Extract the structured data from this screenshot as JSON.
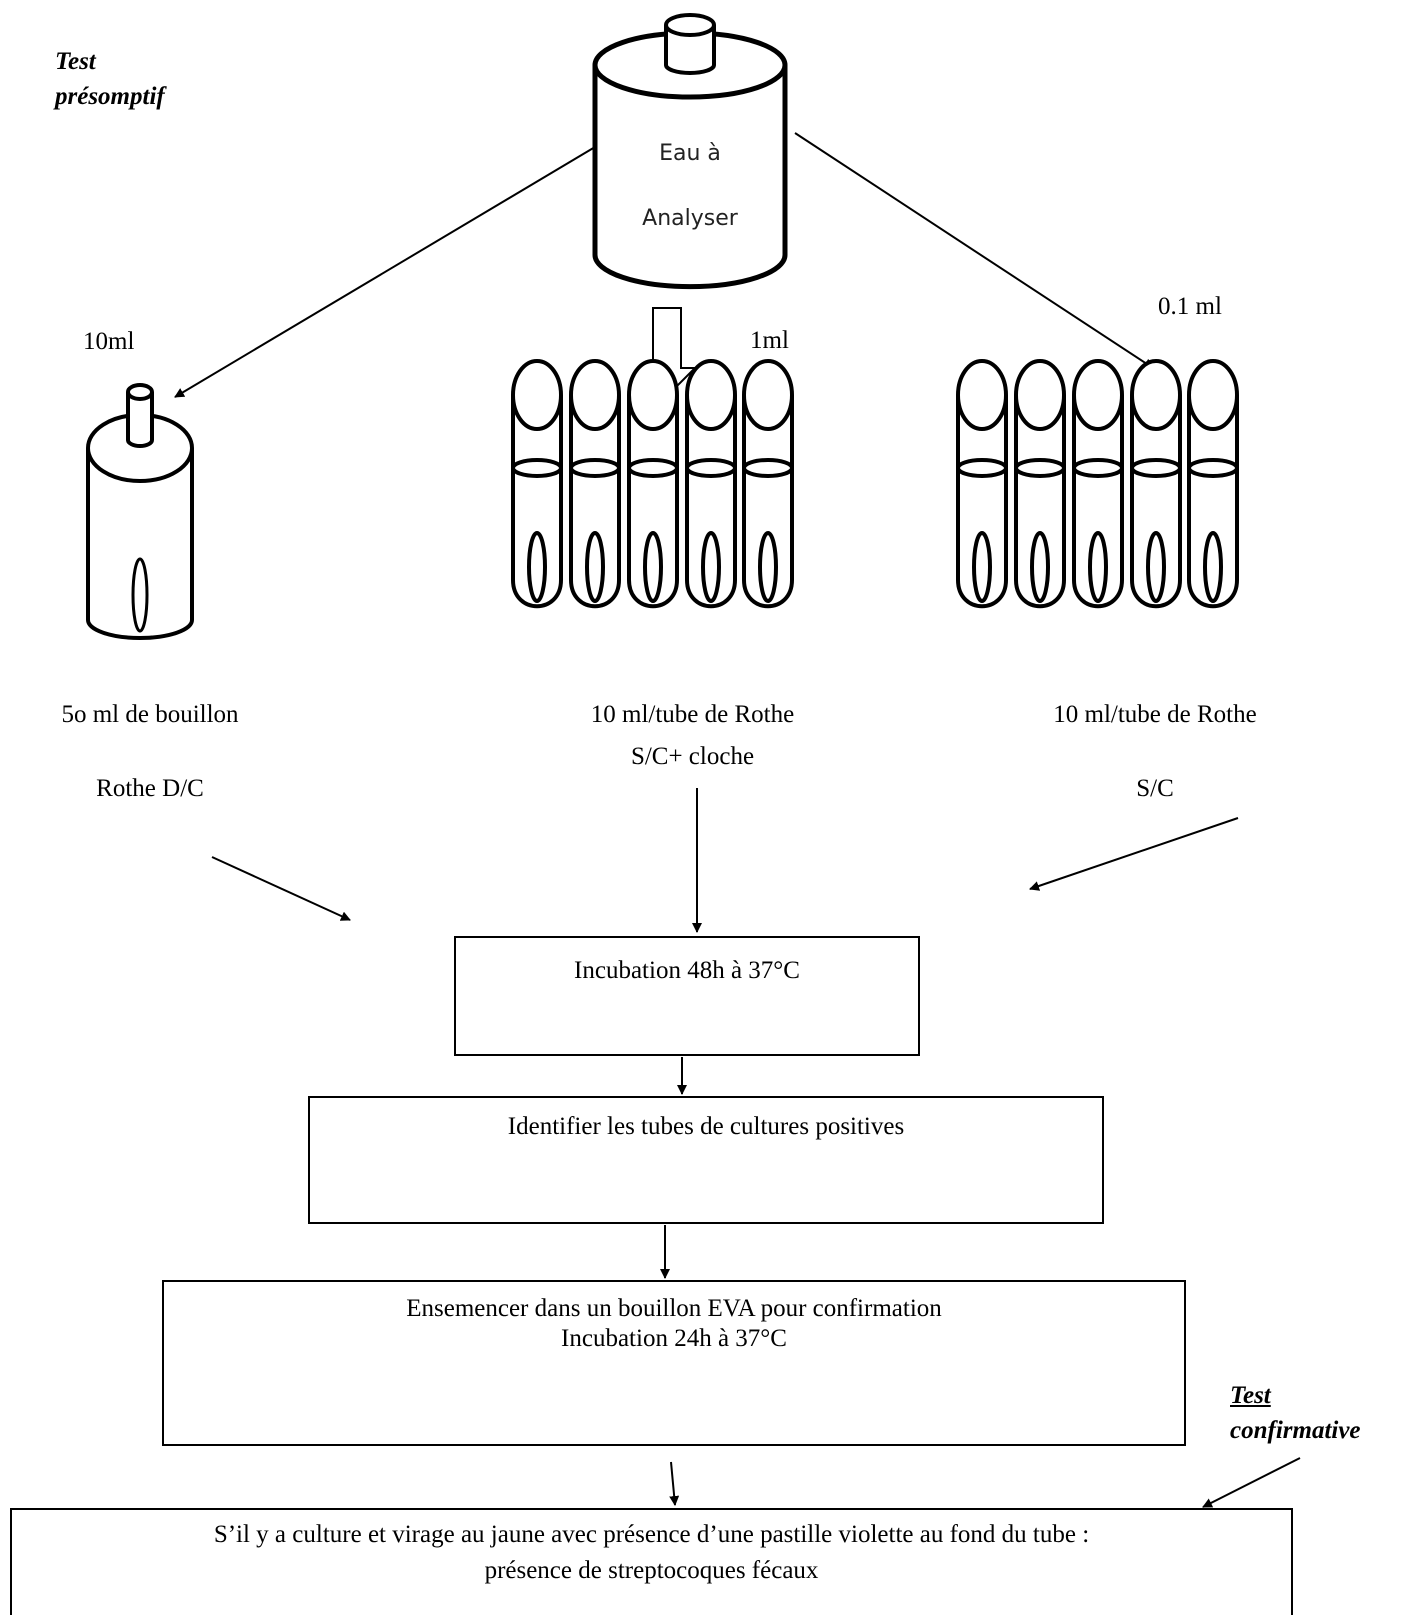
{
  "header_presumptive": {
    "line1": "Test",
    "line2": "présomptif"
  },
  "source_bottle": {
    "line1": "Eau à",
    "line2": "Analyser"
  },
  "volumes": {
    "left": "10ml",
    "middle": "1ml",
    "right": "0.1 ml"
  },
  "captions": {
    "left": {
      "line1": "5o ml de bouillon",
      "line2": "Rothe D/C"
    },
    "middle": {
      "line1": "10 ml/tube de Rothe",
      "line2": "S/C+ cloche"
    },
    "right": {
      "line1": "10 ml/tube de Rothe",
      "line2": "S/C"
    }
  },
  "steps": [
    {
      "lines": [
        "Incubation 48h à 37°C"
      ]
    },
    {
      "lines": [
        "Identifier les tubes de cultures positives"
      ]
    },
    {
      "lines": [
        "Ensemencer dans un bouillon EVA pour confirmation",
        "Incubation 24h à 37°C"
      ]
    },
    {
      "lines": [
        "S’il y a culture et virage au jaune avec présence d’une pastille violette au fond du tube :",
        "présence de streptocoques fécaux"
      ]
    }
  ],
  "header_confirmative": {
    "line1": "Test",
    "line2": "confirmative"
  }
}
